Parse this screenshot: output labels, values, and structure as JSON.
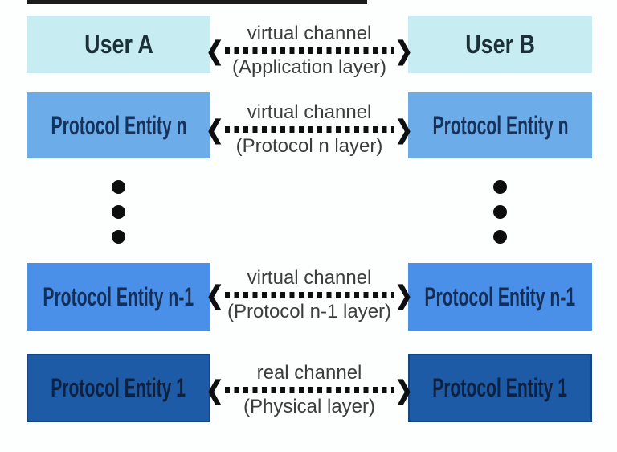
{
  "colors": {
    "page_background": "#fdfefe",
    "top_border": "#1c1c1c",
    "channel_text": "#3d3d3d",
    "arrow": "#0f0f0f",
    "ellipsis_dot": "#0d0d0d"
  },
  "icons": {
    "arrow_left_head": "❮",
    "arrow_right_head": "❯"
  },
  "rows": [
    {
      "id": "application-layer",
      "left": "User A",
      "right": "User B",
      "channel": {
        "name": "virtual channel",
        "layer": "(Application layer)",
        "type": "virtual"
      },
      "box_color": "#c7edf3",
      "label_color": "#1d3038"
    },
    {
      "id": "protocol-n-layer",
      "left": "Protocol Entity n",
      "right": "Protocol Entity n",
      "channel": {
        "name": "virtual channel",
        "layer": "(Protocol n layer)",
        "type": "virtual"
      },
      "box_color": "#6cace9",
      "label_color": "#15325c"
    },
    {
      "id": "protocol-n-1-layer",
      "left": "Protocol Entity n-1",
      "right": "Protocol Entity n-1",
      "channel": {
        "name": "virtual channel",
        "layer": "(Protocol n-1 layer)",
        "type": "virtual"
      },
      "box_color": "#4a90e8",
      "label_color": "#142e55"
    },
    {
      "id": "physical-layer",
      "left": "Protocol Entity 1",
      "right": "Protocol Entity 1",
      "channel": {
        "name": "real channel",
        "layer": "(Physical layer)",
        "type": "real"
      },
      "box_color": "#1e5ba7",
      "label_color": "#0d2242"
    }
  ],
  "ellipsis": {
    "dot_count_per_side": 3
  }
}
